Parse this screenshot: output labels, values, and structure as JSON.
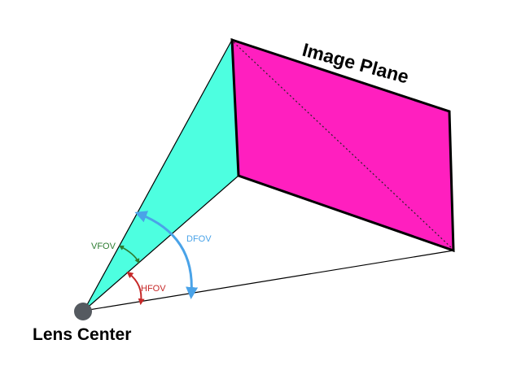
{
  "diagram": {
    "image_plane_label": "Image Plane",
    "lens_center_label": "Lens Center",
    "angles": {
      "vfov": {
        "label": "VFOV",
        "color": "#2e7d32"
      },
      "hfov": {
        "label": "HFOV",
        "color": "#c62828"
      },
      "dfov": {
        "label": "DFOV",
        "color": "#4aa3e8"
      }
    },
    "colors": {
      "image_plane_fill": "#ff1fbf",
      "side_face_fill": "#4dffe0",
      "lens_point": "#555a60"
    }
  }
}
